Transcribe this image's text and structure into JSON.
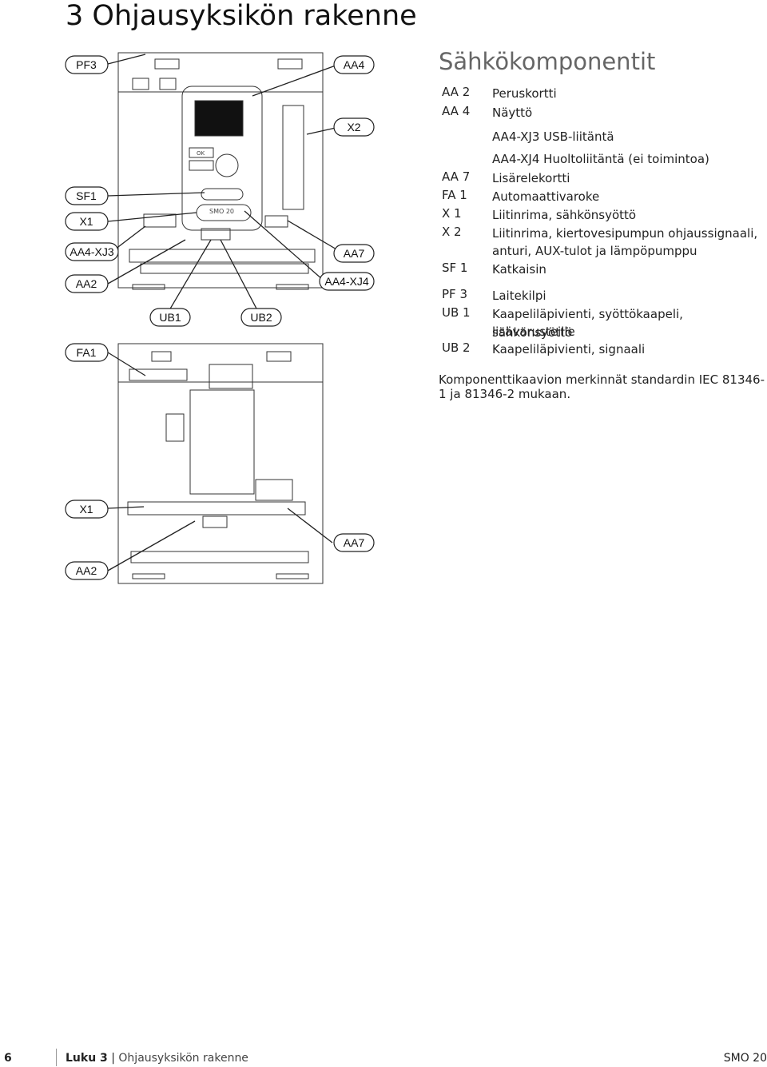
{
  "header": {
    "chapter_title": "3 Ohjausyksikön rakenne",
    "section_title": "Sähkökomponentit"
  },
  "legend": [
    {
      "code": "AA 2",
      "desc": "Peruskortti"
    },
    {
      "code": "AA 4",
      "desc": "Näyttö"
    },
    {
      "code": "",
      "desc": "AA4-XJ3 USB-liitäntä"
    },
    {
      "code": "",
      "desc": "AA4-XJ4 Huoltoliitäntä (ei toimintoa)"
    },
    {
      "code": "AA 7",
      "desc": "Lisärelekortti"
    },
    {
      "code": "FA 1",
      "desc": "Automaattivaroke"
    },
    {
      "code": "X 1",
      "desc": "Liitinrima, sähkönsyöttö"
    },
    {
      "code": "X 2",
      "desc": "Liitinrima, kiertovesipumpun ohjaussignaali,"
    },
    {
      "code": "",
      "desc": "anturi, AUX-tulot ja lämpöpumppu"
    },
    {
      "code": "SF 1",
      "desc": "Katkaisin"
    },
    {
      "code": "PF 3",
      "desc": "Laitekilpi"
    },
    {
      "code": "UB 1",
      "desc": "Kaapeliläpivienti, syöttökaapeli, sähkönsyöttö"
    },
    {
      "code": "",
      "desc": "lisävarusteille"
    },
    {
      "code": "UB 2",
      "desc": "Kaapeliläpivienti, signaali"
    }
  ],
  "note": "Komponenttikaavion merkinnät standardin IEC 81346-1 ja 81346-2 mukaan.",
  "diagram_labels": {
    "pf3": "PF3",
    "aa4": "AA4",
    "x2": "X2",
    "sf1": "SF1",
    "x1": "X1",
    "aa4_xj3": "AA4-XJ3",
    "aa7": "AA7",
    "aa2": "AA2",
    "aa4_xj4": "AA4-XJ4",
    "ub1": "UB1",
    "ub2": "UB2",
    "fa1": "FA1",
    "x1_b": "X1",
    "aa7_b": "AA7",
    "aa2_b": "AA2",
    "device_model": "SMO 20",
    "ok": "OK"
  },
  "footer": {
    "page_number": "6",
    "chapter": "Luku 3",
    "separator": "|",
    "chapter_title": "Ohjausyksikön rakenne",
    "product": "SMO 20"
  }
}
